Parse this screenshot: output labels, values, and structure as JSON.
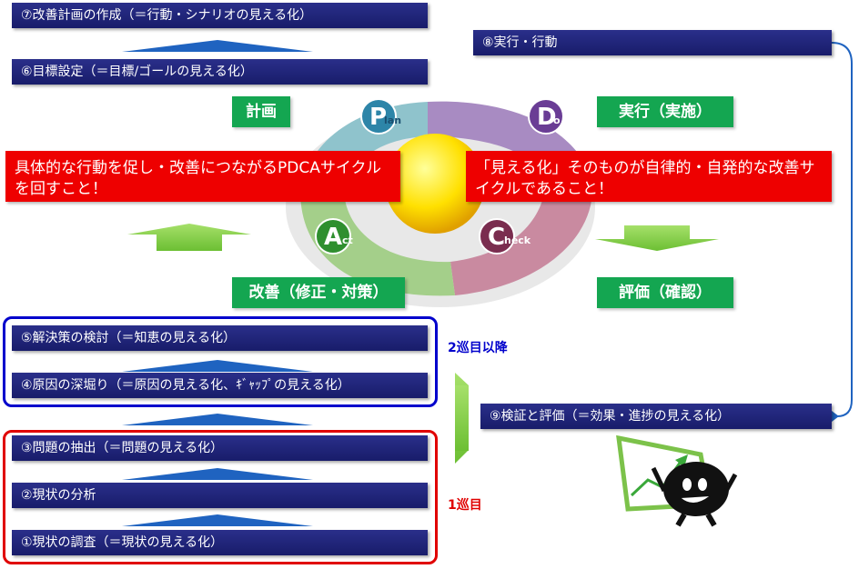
{
  "steps": {
    "s7": "⑦改善計画の作成（＝行動・シナリオの見える化）",
    "s6": "⑥目標設定（＝目標/ゴールの見える化）",
    "s8": "⑧実行・行動",
    "s5": "⑤解決策の検討（＝知恵の見える化）",
    "s4": "④原因の深堀り（＝原因の見える化、ｷﾞｬｯﾌﾟの見える化）",
    "s3": "③問題の抽出（＝問題の見える化）",
    "s2": "②現状の分析",
    "s1": "①現状の調査（＝現状の見える化）",
    "s9": "⑨検証と評価（＝効果・進捗の見える化）"
  },
  "pdca": {
    "plan_label": "計画",
    "do_label": "実行（実施）",
    "act_label": "改善（修正・対策）",
    "check_label": "評価（確認）",
    "plan_badge": "P",
    "plan_sub": "lan",
    "do_badge": "D",
    "do_sub": "o",
    "act_badge": "A",
    "act_sub": "ct",
    "check_badge": "C",
    "check_sub": "heck"
  },
  "callouts": {
    "left": "具体的な行動を促し・改善につながるPDCAサイクルを回すこと！",
    "right": "「見える化」そのものが自律的・自発的な改善サイクルであること！"
  },
  "rounds": {
    "second": "2巡目以降",
    "first": "1巡目"
  },
  "colors": {
    "bar": "#1f2378",
    "triangle": "#1f63c0",
    "green": "#14a651",
    "red": "#ee0000",
    "round2": "#0000cc",
    "round1": "#e00000"
  }
}
